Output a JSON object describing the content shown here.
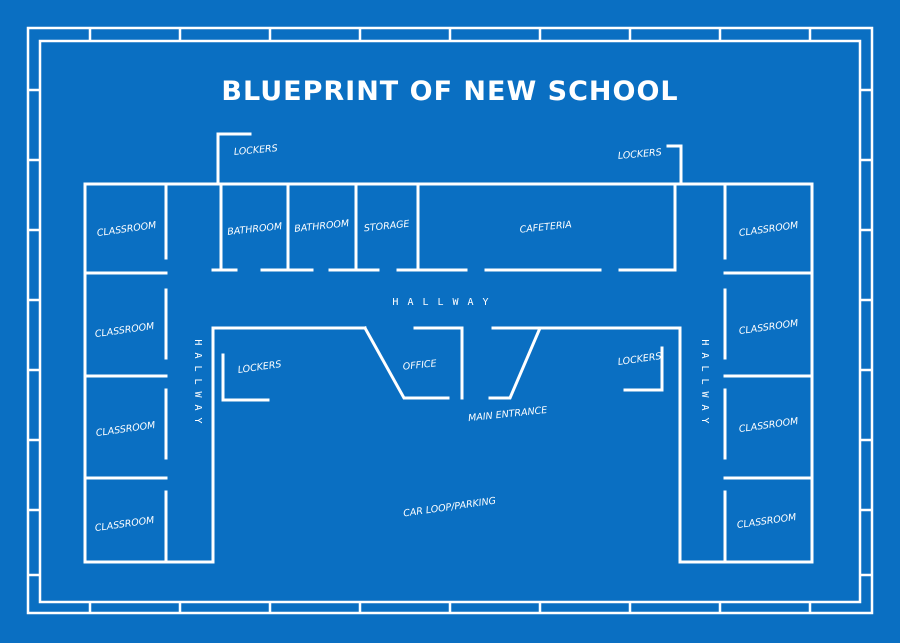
{
  "title": "BLUEPRINT OF NEW SCHOOL",
  "colors": {
    "background": "#0a6fc2",
    "lines": "#ffffff"
  },
  "rooms": {
    "classroom": "CLASSROOM",
    "bathroom": "BATHROOM",
    "storage": "STORAGE",
    "cafeteria": "CAFETERIA",
    "office": "OFFICE",
    "lockers": "LOCKERS"
  },
  "hallway": "HALLWAY",
  "main_entrance": "MAIN ENTRANCE",
  "car_loop": "CAR LOOP/PARKING"
}
